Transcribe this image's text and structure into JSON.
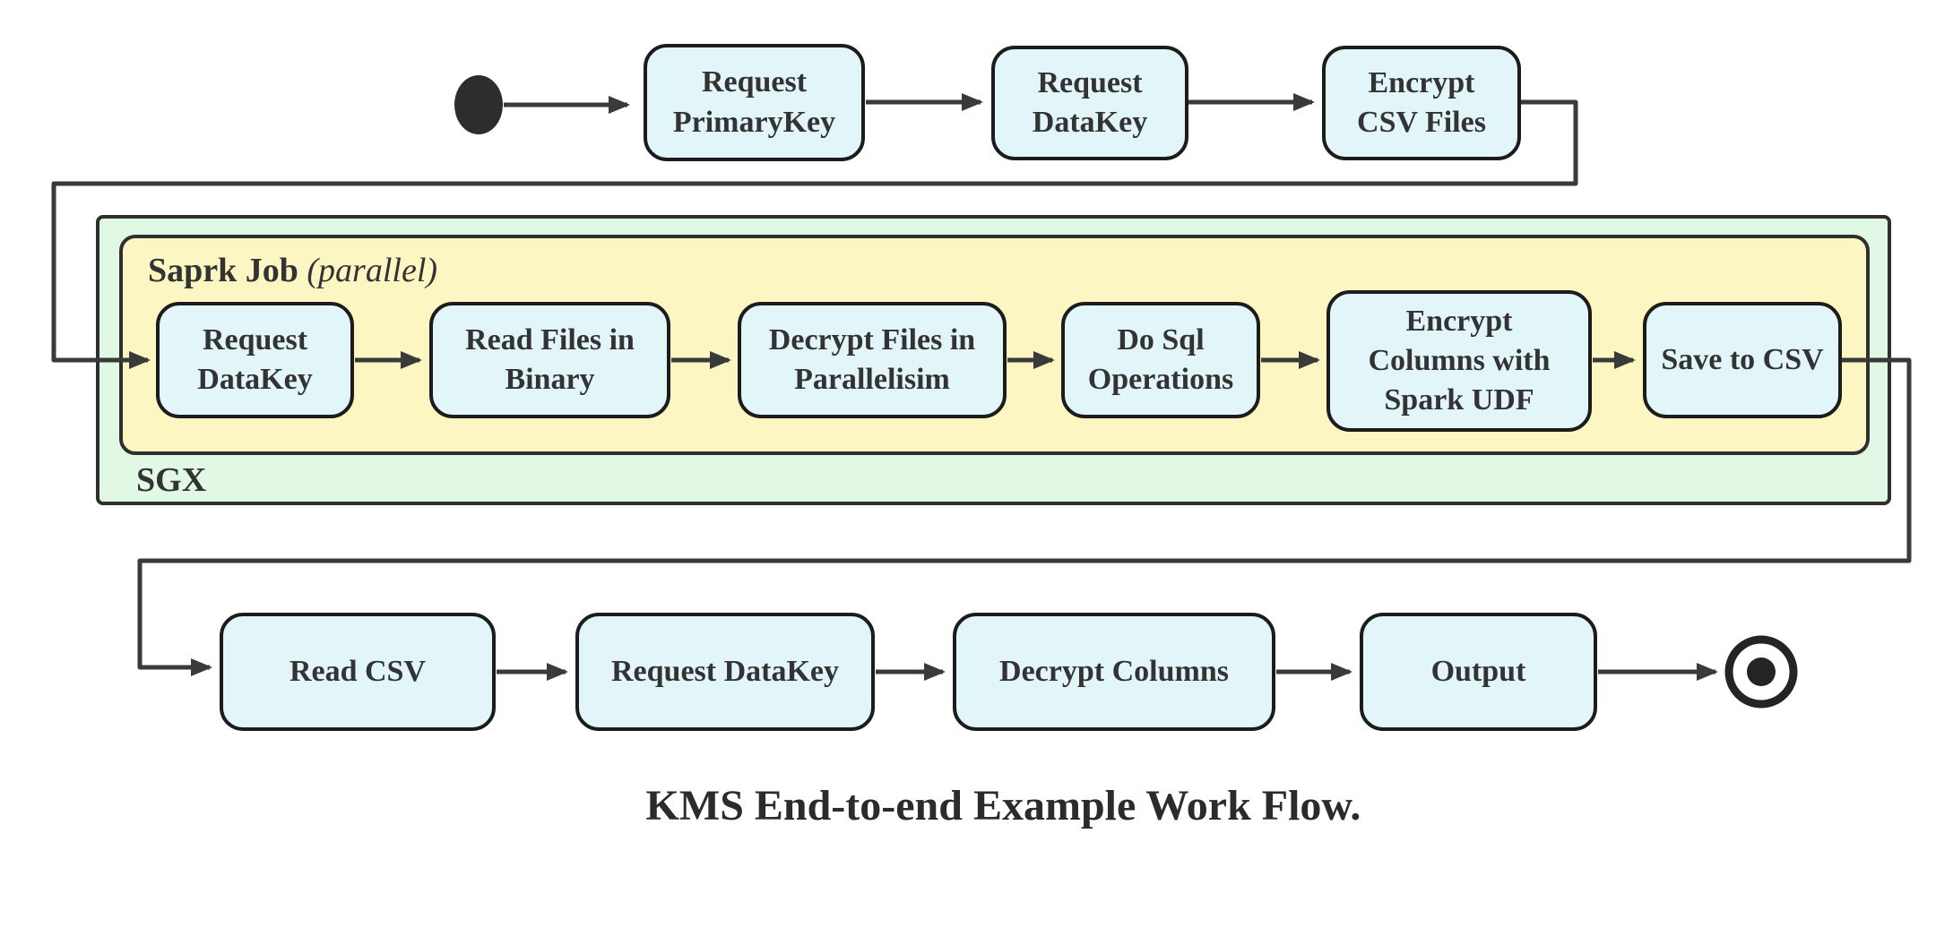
{
  "caption": "KMS End-to-end Example Work Flow.",
  "colors": {
    "node_fill": "#E2F6FA",
    "node_border": "#1C1C1C",
    "edge": "#3A3A3A",
    "sgx_fill": "#E0F8E4",
    "spark_fill": "#FCF6C3",
    "container_border": "#2F2F2F",
    "text": "#333333"
  },
  "top_row": {
    "nodes": [
      {
        "label": "Request PrimaryKey"
      },
      {
        "label": "Request DataKey"
      },
      {
        "label": "Encrypt CSV Files"
      }
    ]
  },
  "sgx": {
    "label": "SGX",
    "spark_job": {
      "label": "Saprk Job",
      "annotation": "(parallel)",
      "nodes": [
        {
          "label": "Request DataKey"
        },
        {
          "label": "Read Files in Binary"
        },
        {
          "label": "Decrypt Files in Parallelisim"
        },
        {
          "label": "Do Sql Operations"
        },
        {
          "label": "Encrypt Columns with Spark UDF"
        },
        {
          "label": "Save to CSV"
        }
      ]
    }
  },
  "bottom_row": {
    "nodes": [
      {
        "label": "Read CSV"
      },
      {
        "label": "Request DataKey"
      },
      {
        "label": "Decrypt Columns"
      },
      {
        "label": "Output"
      }
    ]
  }
}
